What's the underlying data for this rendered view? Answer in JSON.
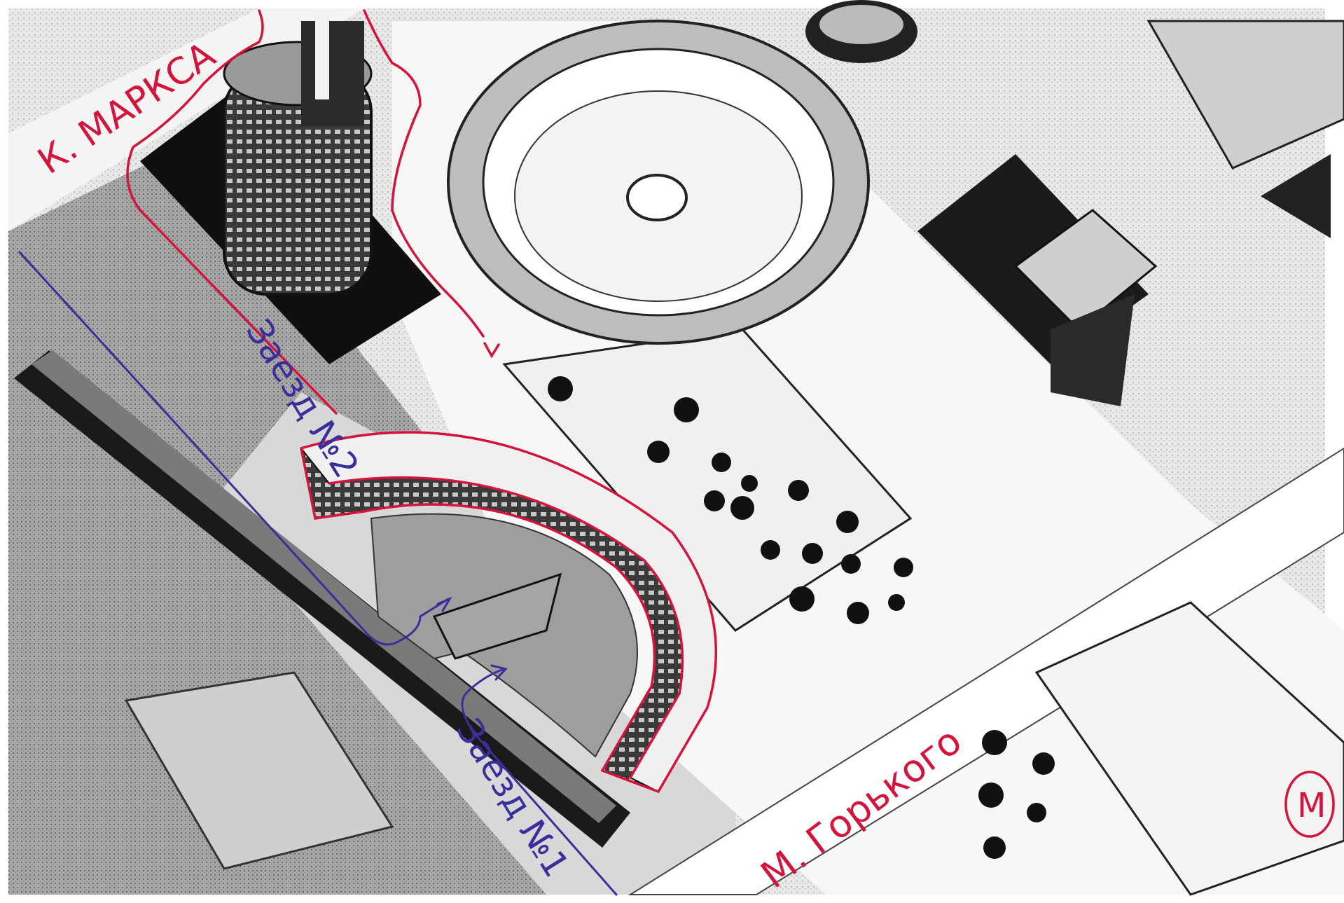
{
  "labels": {
    "street_marx": "К. МАРКСА",
    "street_gorky": "М. Горького",
    "entrance_2": "Заезд №2",
    "entrance_1": "Заезд №1",
    "metro": "М"
  },
  "colors": {
    "annotation_red": "#d4143c",
    "annotation_blue": "#3a2f9a",
    "building_dark": "#1a1a1a",
    "ground_gray": "#8a8a8a",
    "paper": "#ffffff"
  }
}
